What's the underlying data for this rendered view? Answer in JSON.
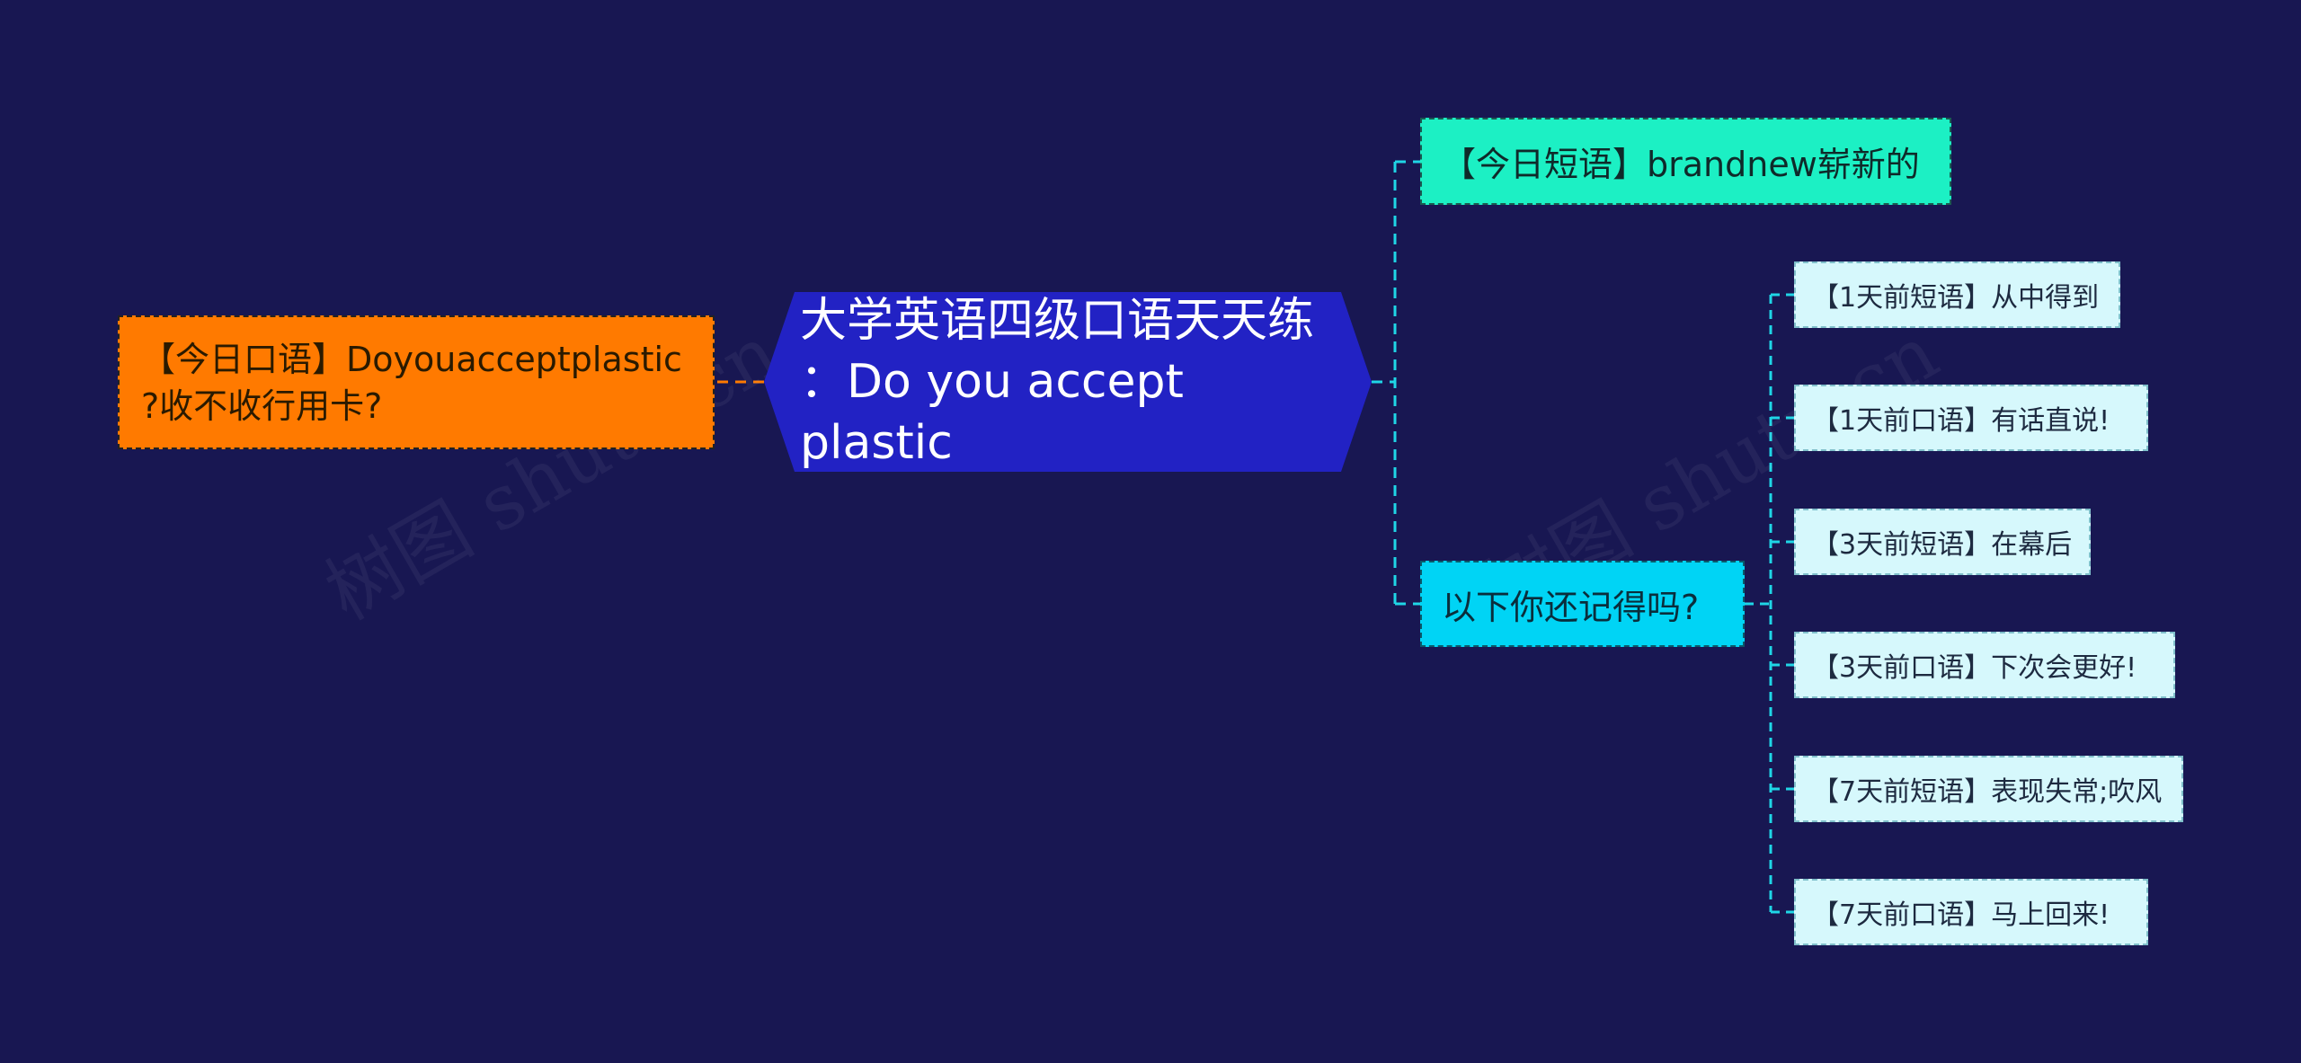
{
  "root": {
    "line1": "大学英语四级口语天天练",
    "line2": "：Do you accept plastic"
  },
  "left": {
    "line1": "【今日口语】Doyouacceptplastic",
    "line2": "?收不收行用卡?"
  },
  "right": {
    "brand": "【今日短语】brandnew崭新的",
    "recall": "以下你还记得吗?",
    "items": [
      "【1天前短语】从中得到",
      "【1天前口语】有话直说!",
      "【3天前短语】在幕后",
      "【3天前口语】下次会更好!",
      "【7天前短语】表现失常;吹风",
      "【7天前口语】马上回来!"
    ]
  },
  "watermark": "树图 shutu.cn",
  "colors": {
    "background": "#181752",
    "root": "#2222C4",
    "left": "#FF7A00",
    "brand": "#1CF0C4",
    "recall": "#00D4F5",
    "leaf": "#D6F8FC",
    "connector_right": "#1FD6E6",
    "connector_left": "#FF7A00"
  }
}
